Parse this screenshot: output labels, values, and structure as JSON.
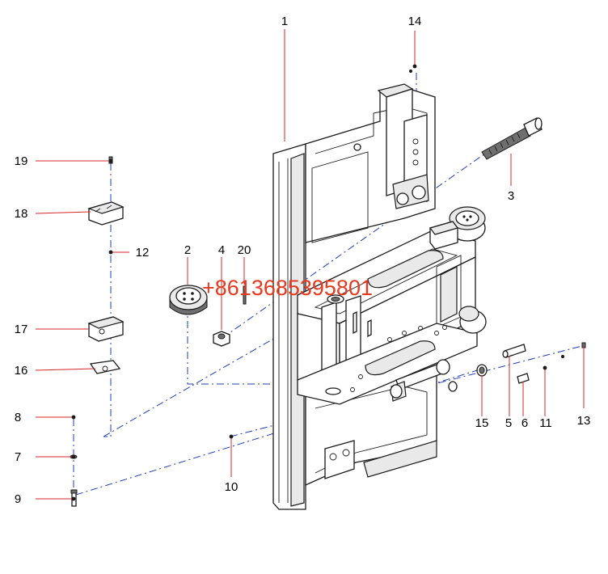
{
  "watermark": "+8613685395801",
  "callouts": {
    "c1": "1",
    "c2": "2",
    "c3": "3",
    "c4": "4",
    "c5": "5",
    "c6": "6",
    "c7": "7",
    "c8": "8",
    "c9": "9",
    "c10": "10",
    "c11": "11",
    "c12": "12",
    "c13": "13",
    "c14": "14",
    "c15": "15",
    "c16": "16",
    "c17": "17",
    "c18": "18",
    "c19": "19",
    "c20": "20"
  },
  "colors": {
    "leader": "#d6262a",
    "assembly_line": "#1d3fb8",
    "watermark": "#e8391f",
    "stroke": "#1a1a1a"
  }
}
